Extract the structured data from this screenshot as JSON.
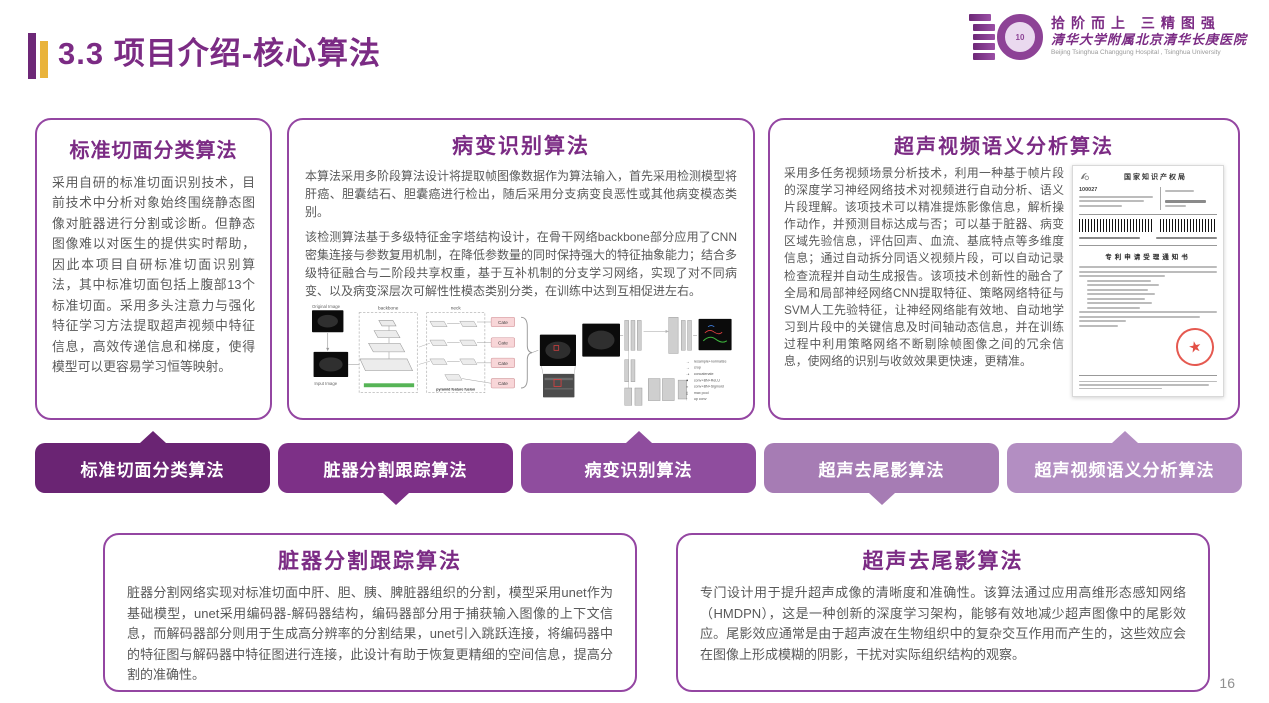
{
  "slide": {
    "title": "3.3 项目介绍-核心算法",
    "page_number": "16"
  },
  "logo": {
    "mark": "10",
    "slogan": "拾阶而上  三精图强",
    "hospital_cn": "清华大学附属北京清华长庚医院",
    "hospital_en": "Beijing Tsinghua Changgung Hospital , Tsinghua University"
  },
  "top_cards": [
    {
      "title": "标准切面分类算法",
      "body": "采用自研的标准切面识别技术，目前技术中分析对象始终围绕静态图像对脏器进行分割或诊断。但静态图像难以对医生的提供实时帮助，因此本项目自研标准切面识别算法，其中标准切面包括上腹部13个标准切面。采用多头注意力与强化特征学习方法提取超声视频中特征信息，高效传递信息和梯度，使得模型可以更容易学习恒等映射。"
    },
    {
      "title": "病变识别算法",
      "body1": "本算法采用多阶段算法设计将提取帧图像数据作为算法输入，首先采用检测模型将肝癌、胆囊结石、胆囊癌进行检出，随后采用分支病变良恶性或其他病变模态类别。",
      "body2": "该检测算法基于多级特征金字塔结构设计，在骨干网络backbone部分应用了CNN密集连接与参数复用机制，在降低参数量的同时保持强大的特征抽象能力；结合多级特征融合与二阶段共享权重，基于互补机制的分支学习网络，实现了对不同病变、以及病变深层次可解性性模态类别分类，在训练中达到互相促进左右。"
    },
    {
      "title": "超声视频语义分析算法",
      "body": "采用多任务视频场景分析技术，利用一种基于帧片段的深度学习神经网络技术对视频进行自动分析、语义片段理解。该项技术可以精准提炼影像信息，解析操作动作，并预测目标达成与否；可以基于脏器、病变区域先验信息，评估回声、血流、基底特点等多维度信息；通过自动拆分同语义视频片段，可以自动记录检查流程并自动生成报告。该项技术创新性的融合了全局和局部神经网络CNN提取特征、策略网络特征与SVM人工先验特征，让神经网络能有效地、自动地学习到片段中的关键信息及时间轴动态信息，并在训练过程中利用策略网络不断剔除帧图像之间的冗余信息，使网络的识别与收敛效果更快速，更精准。"
    }
  ],
  "diagram": {
    "original_image_label": "Original Image",
    "input_image_label": "Input Image",
    "backbone_label": "backbone",
    "neck_label": "neck",
    "cate_label": "Cate",
    "fusion_label": "pyramid feature fusion",
    "legend": [
      "resample+normalize",
      "crop",
      "concatenate",
      "conv+BN+ReLU",
      "conv+BN+Sigmoid",
      "max pool",
      "up conv"
    ]
  },
  "certificate": {
    "agency": "国家知识产权局",
    "number": "100027",
    "title": "专利申请受理通知书"
  },
  "flow_banners": [
    {
      "label": "标准切面分类算法",
      "color": "#6a2473",
      "arrow": "up"
    },
    {
      "label": "脏器分割跟踪算法",
      "color": "#7d3087",
      "arrow": "down"
    },
    {
      "label": "病变识别算法",
      "color": "#8f4d9e",
      "arrow": "up"
    },
    {
      "label": "超声去尾影算法",
      "color": "#a67cb4",
      "arrow": "down"
    },
    {
      "label": "超声视频语义分析算法",
      "color": "#b38ec2",
      "arrow": "up"
    }
  ],
  "bottom_cards": [
    {
      "title": "脏器分割跟踪算法",
      "body": "脏器分割网络实现对标准切面中肝、胆、胰、脾脏器组织的分割，模型采用unet作为基础模型，unet采用编码器-解码器结构，编码器部分用于捕获输入图像的上下文信息，而解码器部分则用于生成高分辨率的分割结果，unet引入跳跃连接，将编码器中的特征图与解码器中特征图进行连接，此设计有助于恢复更精细的空间信息，提高分割的准确性。"
    },
    {
      "title": "超声去尾影算法",
      "body": "专门设计用于提升超声成像的清晰度和准确性。该算法通过应用高维形态感知网络（HMDPN），这是一种创新的深度学习架构，能够有效地减少超声图像中的尾影效应。尾影效应通常是由于超声波在生物组织中的复杂交互作用而产生的，这些效应会在图像上形成模糊的阴影，干扰对实际组织结构的观察。"
    }
  ],
  "colors": {
    "title_purple": "#7b2b84",
    "accent_gold": "#e9b33b",
    "card_border": "#9446a2",
    "body_text": "#595959",
    "banner_text": "#ffffff",
    "seal_red": "#e03c31"
  }
}
